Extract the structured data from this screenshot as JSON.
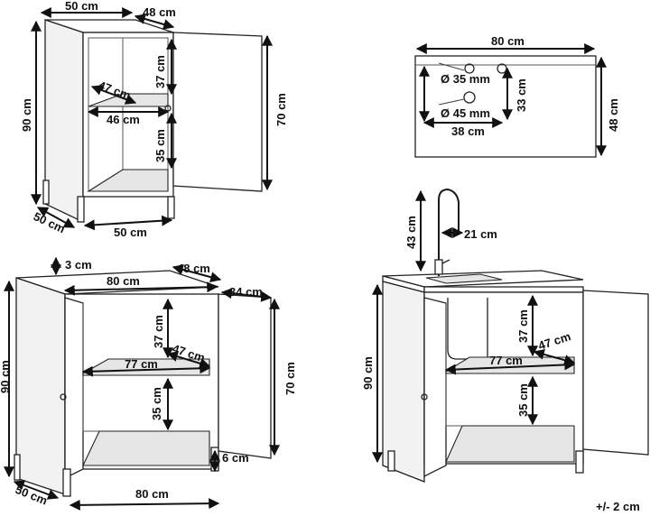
{
  "views": {
    "cabinet_single": {
      "width_top": "50 cm",
      "depth_top": "48 cm",
      "height": "90 cm",
      "upper_space": "37 cm",
      "shelf_depth": "47 cm",
      "shelf_width": "46 cm",
      "lower_space": "35 cm",
      "door_height": "70 cm",
      "depth_bottom": "50 cm",
      "width_bottom": "50 cm"
    },
    "countertop": {
      "width": "80 cm",
      "depth": "48 cm",
      "hole_small": "Ø 35 mm",
      "hole_large": "Ø 45 mm",
      "hole_offset_x": "38 cm",
      "hole_offset_y": "33 cm"
    },
    "cabinet_double": {
      "top_overhang": "3 cm",
      "width_top": "80 cm",
      "depth_top": "48 cm",
      "door_width": "34 cm",
      "height": "90 cm",
      "upper_space": "37 cm",
      "shelf_depth": "47 cm",
      "shelf_width": "77 cm",
      "lower_space": "35 cm",
      "door_height": "70 cm",
      "foot_height": "6 cm",
      "depth_bottom": "50 cm",
      "width_bottom": "80 cm"
    },
    "sink_cabinet": {
      "tap_height": "43 cm",
      "tap_reach": "21 cm",
      "height": "90 cm",
      "upper_space": "37 cm",
      "shelf_depth": "47 cm",
      "shelf_width": "77 cm",
      "lower_space": "35 cm"
    }
  },
  "tolerance": "+/- 2 cm"
}
